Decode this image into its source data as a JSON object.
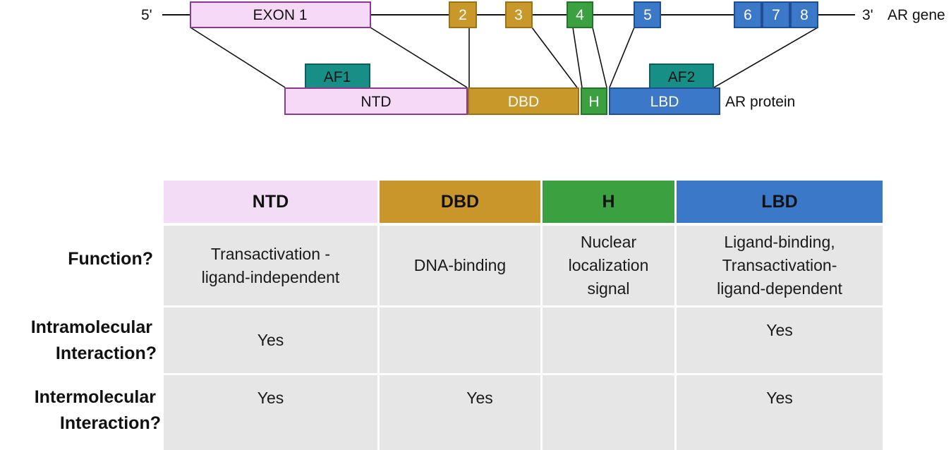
{
  "gene": {
    "five_prime": "5'",
    "three_prime": "3'",
    "label": "AR gene",
    "exons": [
      "EXON 1",
      "2",
      "3",
      "4",
      "5",
      "6",
      "7",
      "8"
    ]
  },
  "protein": {
    "label": "AR protein",
    "domains": [
      "NTD",
      "DBD",
      "H",
      "LBD"
    ],
    "af1": "AF1",
    "af2": "AF2"
  },
  "colors": {
    "ntd": "#f5d9f7",
    "ntd_border": "#8a3a8e",
    "dbd": "#c9982a",
    "dbd_border": "#9c7218",
    "hinge": "#3aa040",
    "hinge_border": "#23752a",
    "lbd": "#3c78c8",
    "lbd_border": "#1f4f94",
    "af": "#178f87",
    "table_header_ntd": "#f3ddf6",
    "table_header_dbd": "#c9962b",
    "table_header_h": "#3aa040",
    "table_header_lbd": "#3c78c8",
    "table_cell": "#e6e6e6"
  },
  "table": {
    "headers": [
      "NTD",
      "DBD",
      "H",
      "LBD"
    ],
    "row_labels": [
      [
        "Function?"
      ],
      [
        "Intramolecular",
        "Interaction?"
      ],
      [
        "Intermolecular",
        "Interaction?"
      ]
    ],
    "rows": [
      [
        [
          "Transactivation -",
          "ligand-independent"
        ],
        [
          "DNA-binding"
        ],
        [
          "Nuclear",
          "localization",
          "signal"
        ],
        [
          "Ligand-binding,",
          "Transactivation-",
          "ligand-dependent"
        ]
      ],
      [
        [
          "Yes"
        ],
        [],
        [],
        [
          "Yes"
        ]
      ],
      [
        [
          "Yes"
        ],
        [
          "Yes"
        ],
        [],
        [
          "Yes"
        ]
      ]
    ]
  }
}
